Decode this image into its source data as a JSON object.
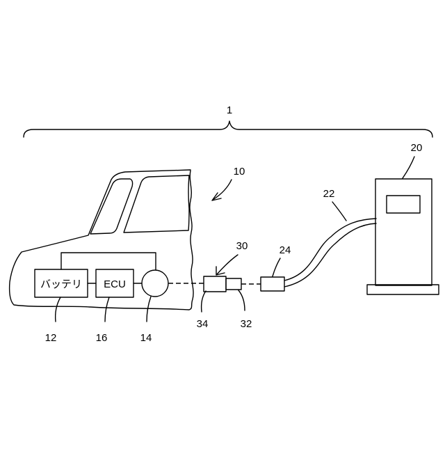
{
  "labels": {
    "system": "1",
    "vehicle": "10",
    "battery_ref": "12",
    "motor_ref": "14",
    "ecu_ref": "16",
    "charger_ref": "20",
    "cable_ref": "22",
    "connector_ref": "24",
    "inlet_ref": "30",
    "inlet_body_ref": "32",
    "inlet_terminal_ref": "34"
  },
  "boxes": {
    "battery": "バッテリ",
    "ecu": "ECU"
  }
}
